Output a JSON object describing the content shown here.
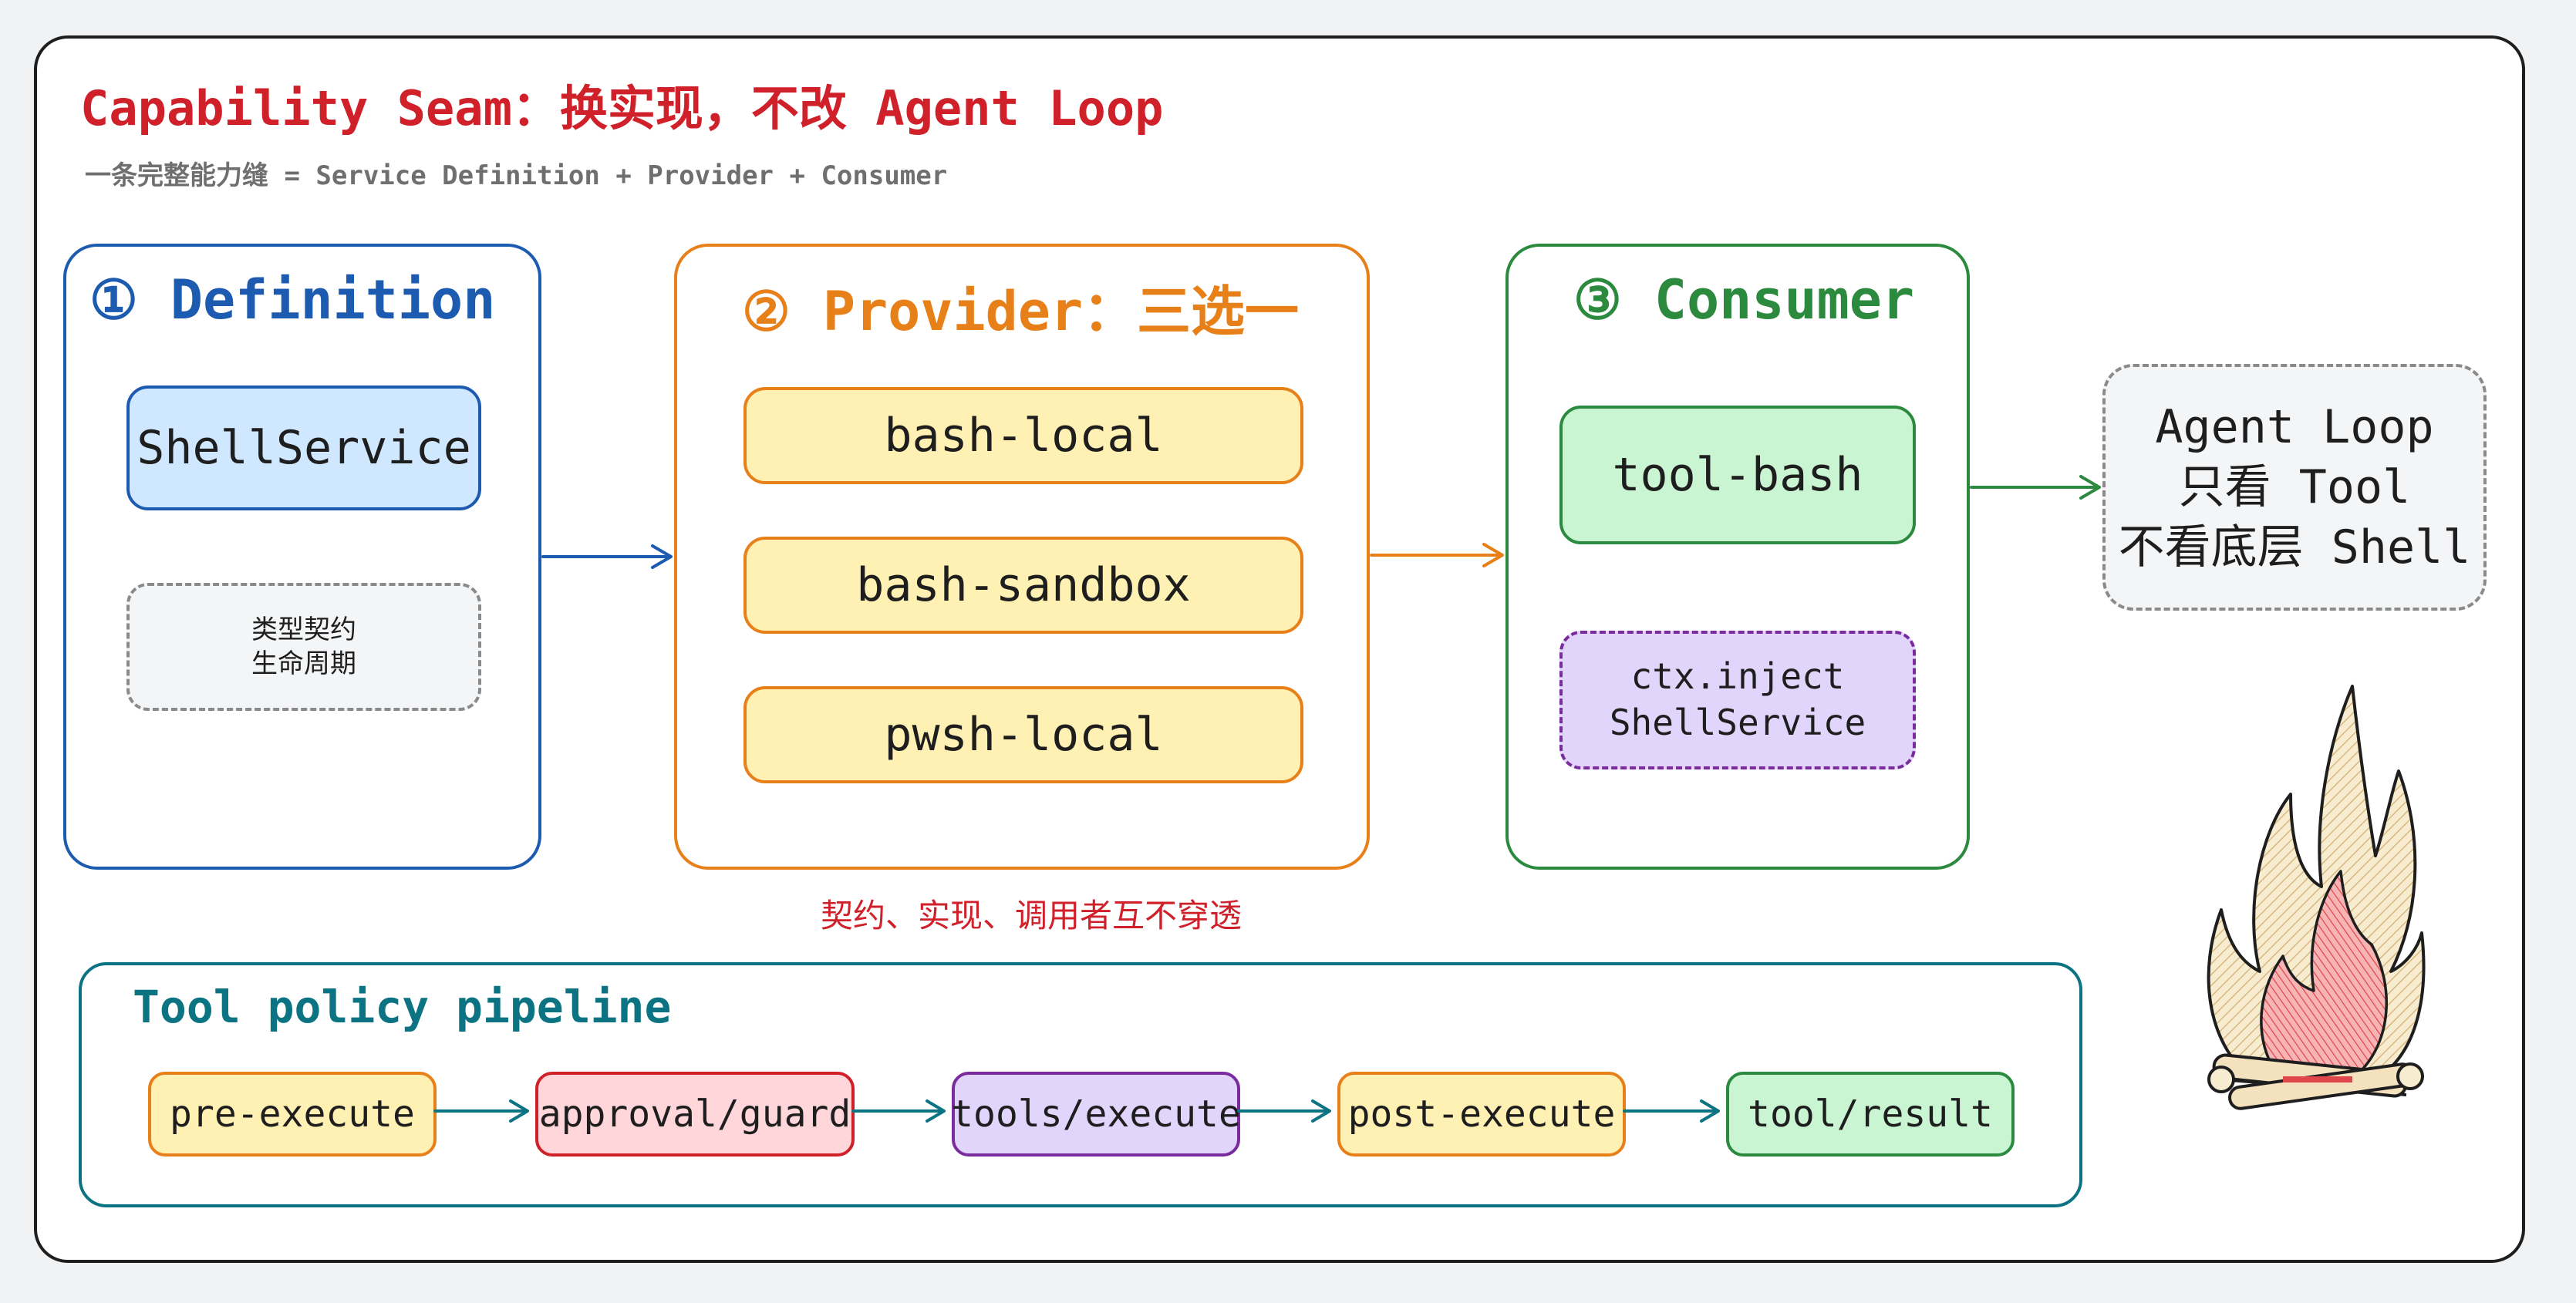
{
  "header": {
    "title": "Capability Seam：换实现，不改 Agent Loop",
    "subtitle": "一条完整能力缝 = Service Definition + Provider + Consumer"
  },
  "definition": {
    "title": "① Definition",
    "service": "ShellService",
    "notes": [
      "类型契约",
      "生命周期"
    ]
  },
  "provider": {
    "title": "② Provider：三选一",
    "options": [
      "bash-local",
      "bash-sandbox",
      "pwsh-local"
    ],
    "note": "契约、实现、调用者互不穿透"
  },
  "consumer": {
    "title": "③ Consumer",
    "tool": "tool-bash",
    "inject": [
      "ctx.inject",
      "ShellService"
    ]
  },
  "agent_loop": {
    "lines": [
      "Agent Loop",
      "只看 Tool",
      "不看底层 Shell"
    ]
  },
  "pipeline": {
    "title": "Tool policy pipeline",
    "steps": [
      "pre-execute",
      "approval/guard",
      "tools/execute",
      "post-execute",
      "tool/result"
    ]
  },
  "colors": {
    "accent_red": "#d0212b",
    "definition_blue": "#1c5bb0",
    "provider_orange": "#e8801a",
    "consumer_green": "#2b8a3e",
    "pipeline_teal": "#0c7383"
  },
  "icons": {
    "decoration": "campfire-icon"
  }
}
